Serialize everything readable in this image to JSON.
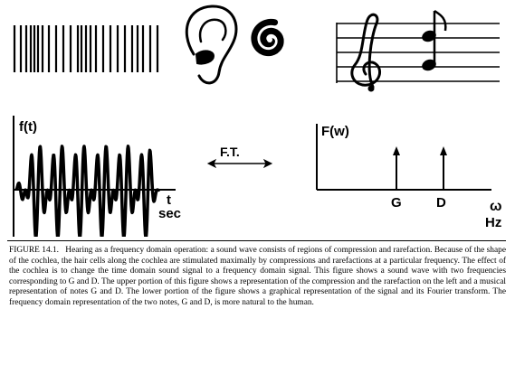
{
  "labels": {
    "time_function": "f(t)",
    "time_unit_t": "t",
    "time_unit_sec": "sec",
    "transform": "F.T.",
    "freq_function": "F(w)",
    "note_g": "G",
    "note_d": "D",
    "omega": "ω",
    "hz": "Hz"
  },
  "icons": {
    "pressure_bars": "compression-rarefaction-bars",
    "ear": "ear-icon",
    "cochlea": "cochlea-spiral-icon",
    "staff": "treble-clef-staff-icon"
  },
  "caption": {
    "figure_label": "FIGURE 14.1.",
    "text": "Hearing as a frequency domain operation: a sound wave consists of regions of compression and rarefaction. Because of the shape of the cochlea, the hair cells along the cochlea are stimulated maximally by compressions and rarefactions at a particular frequency. The effect of the cochlea is to change the time domain sound signal to a frequency domain signal. This figure shows a sound wave with two frequencies corresponding to G and D. The upper portion of this figure shows a representation of the compression and the rarefaction on the left and a musical representation of notes G and D. The lower portion of the figure shows a graphical representation of the signal and its Fourier transform. The frequency domain representation of the two notes, G and D, is more natural to the human."
  }
}
